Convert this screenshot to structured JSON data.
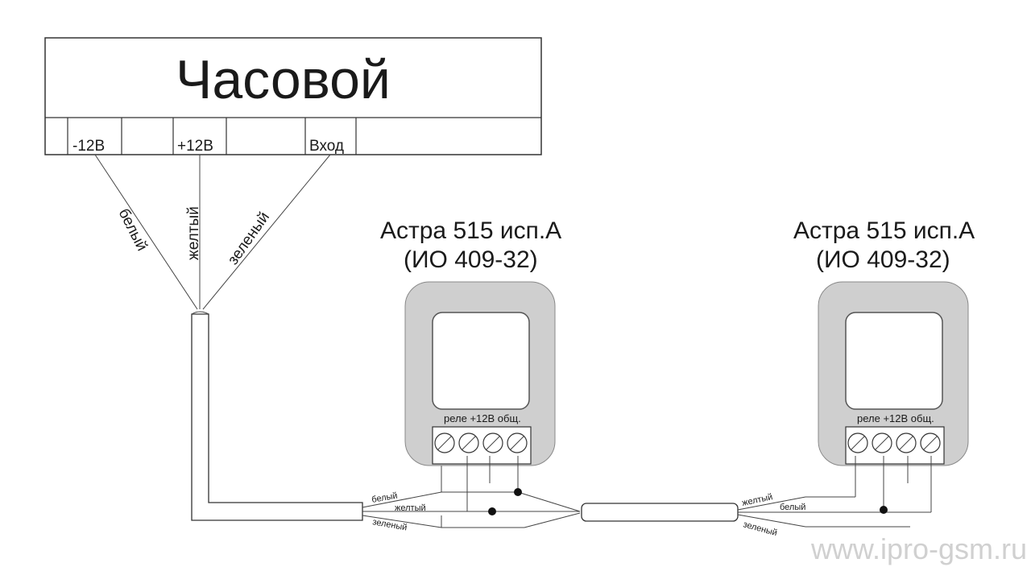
{
  "clock": {
    "title": "Часовой",
    "terminals": [
      "-12В",
      "+12В",
      "Вход"
    ]
  },
  "wires_top": [
    "белый",
    "желтый",
    "зеленый"
  ],
  "sensors": [
    {
      "name_line1": "Астра 515 исп.А",
      "name_line2": "(ИО 409-32)",
      "terminal_labels": "реле  +12В общ.",
      "wires": [
        "белый",
        "желтый",
        "зеленый"
      ]
    },
    {
      "name_line1": "Астра 515 исп.А",
      "name_line2": "(ИО 409-32)",
      "terminal_labels": "реле  +12В общ.",
      "wires": [
        "желтый",
        "белый",
        "зеленый"
      ]
    }
  ],
  "watermark": "www.ipro-gsm.ru"
}
